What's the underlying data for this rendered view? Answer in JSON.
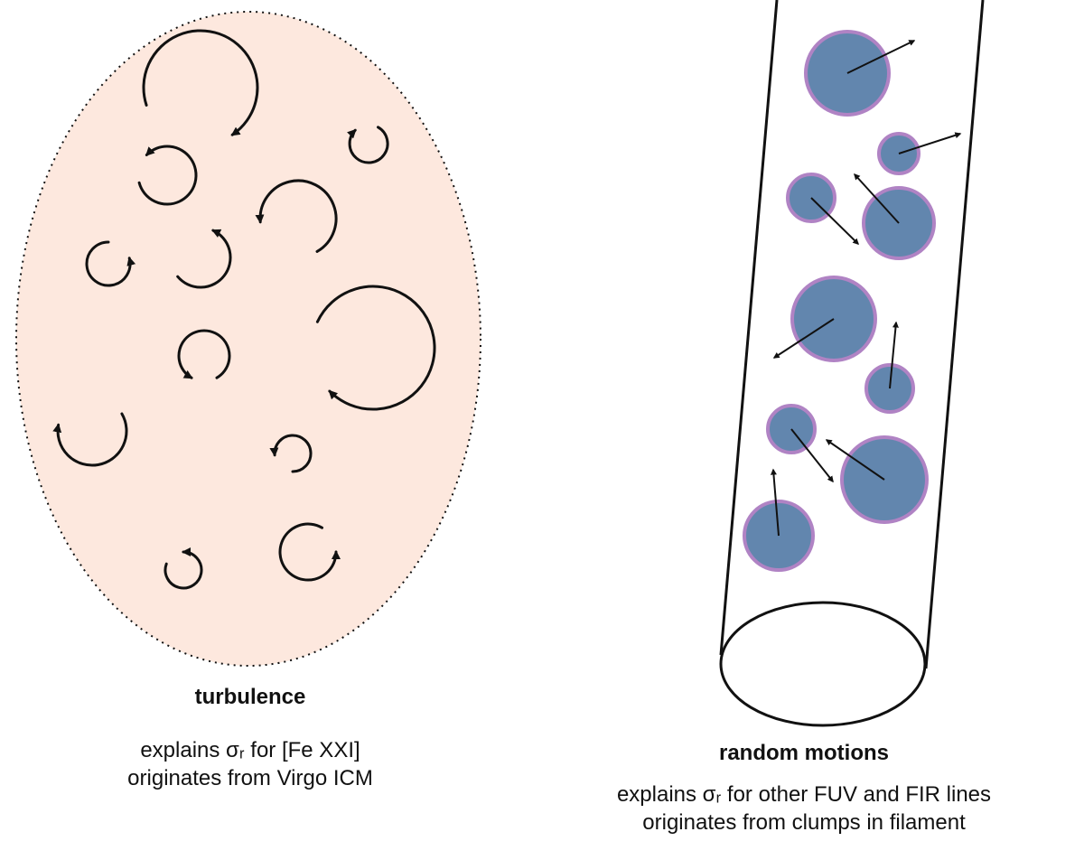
{
  "colors": {
    "turbulence_fill": "#fde8de",
    "outline": "#111111",
    "clump_fill": "#6286ae",
    "clump_edge": "#b083c4"
  },
  "icons": [
    "curved-arrow-icon",
    "straight-arrow-icon"
  ],
  "turbulence": {
    "title": "turbulence",
    "line1": "explains σᵣ for [Fe XXI]",
    "line2": "originates from Virgo ICM"
  },
  "random_motions": {
    "title": "random motions",
    "line1": "explains σᵣ for other FUV and FIR lines",
    "line2": "originates from clumps in filament"
  }
}
